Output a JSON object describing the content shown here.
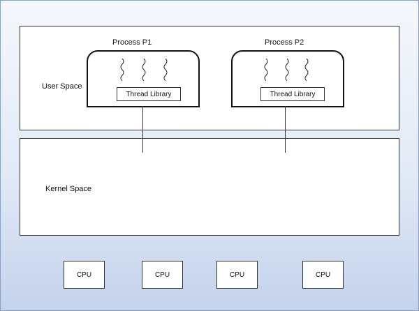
{
  "user_space": {
    "label": "User Space"
  },
  "kernel_space": {
    "label": "Kernel Space"
  },
  "processes": [
    {
      "title": "Process P1",
      "thread_library": "Thread Library",
      "thread_icon": "wavy-thread-icon"
    },
    {
      "title": "Process P2",
      "thread_library": "Thread Library",
      "thread_icon": "wavy-thread-icon"
    }
  ],
  "cpus": [
    {
      "label": "CPU"
    },
    {
      "label": "CPU"
    },
    {
      "label": "CPU"
    },
    {
      "label": "CPU"
    }
  ]
}
